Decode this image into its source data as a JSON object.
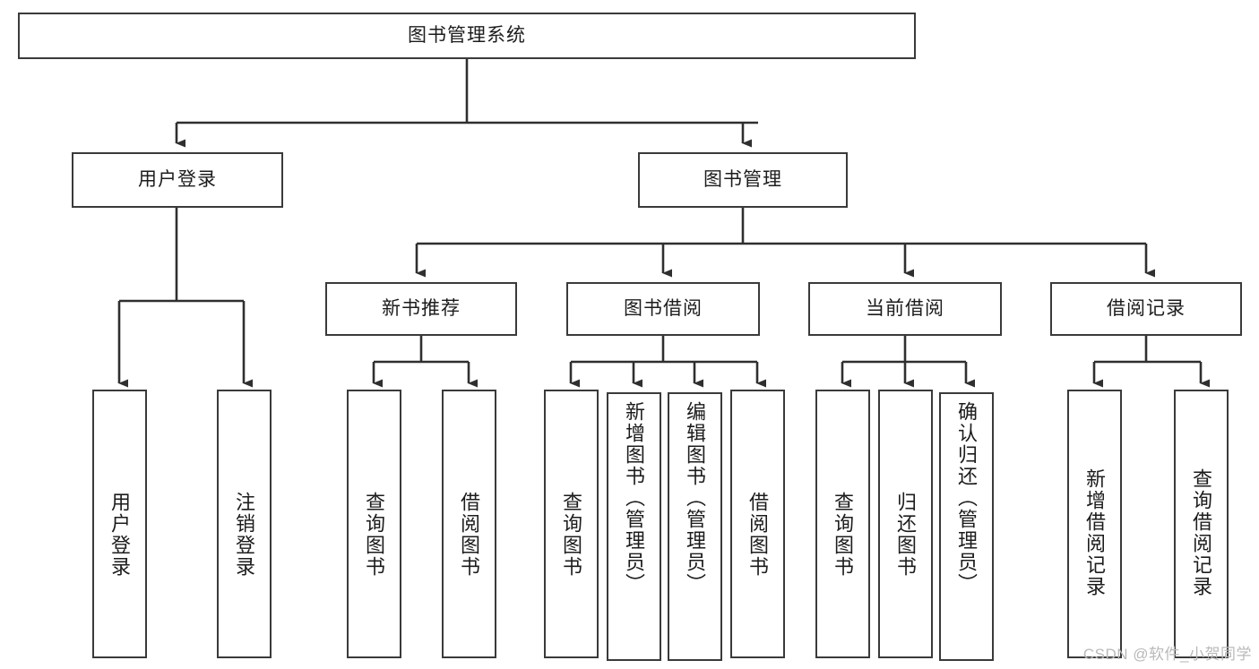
{
  "diagram": {
    "title": "图书管理系统",
    "type": "tree-hierarchy-diagram",
    "colors": {
      "box_border": "#3a3a3a",
      "box_fill": "#ffffff",
      "line": "#2f2f2f",
      "text": "#1c1c1c",
      "watermark": "#b9b9b9",
      "background": "#ffffff"
    },
    "root": {
      "label": "图书管理系统"
    },
    "level2": [
      {
        "label": "用户登录"
      },
      {
        "label": "图书管理"
      }
    ],
    "level3": [
      {
        "label": "新书推荐"
      },
      {
        "label": "图书借阅"
      },
      {
        "label": "当前借阅"
      },
      {
        "label": "借阅记录"
      }
    ],
    "leaves": {
      "user_login": [
        {
          "label": "用户登录"
        },
        {
          "label": "注销登录"
        }
      ],
      "new_book_recommend": [
        {
          "label": "查询图书"
        },
        {
          "label": "借阅图书"
        }
      ],
      "book_borrow": [
        {
          "label": "查询图书"
        },
        {
          "label": "新增图书（管理员）"
        },
        {
          "label": "编辑图书（管理员）"
        },
        {
          "label": "借阅图书"
        }
      ],
      "current_borrow": [
        {
          "label": "查询图书"
        },
        {
          "label": "归还图书"
        },
        {
          "label": "确认归还（管理员）"
        }
      ],
      "borrow_record": [
        {
          "label": "新增借阅记录"
        },
        {
          "label": "查询借阅记录"
        }
      ]
    }
  },
  "watermark": {
    "text": "CSDN @软件_小贺同学"
  }
}
